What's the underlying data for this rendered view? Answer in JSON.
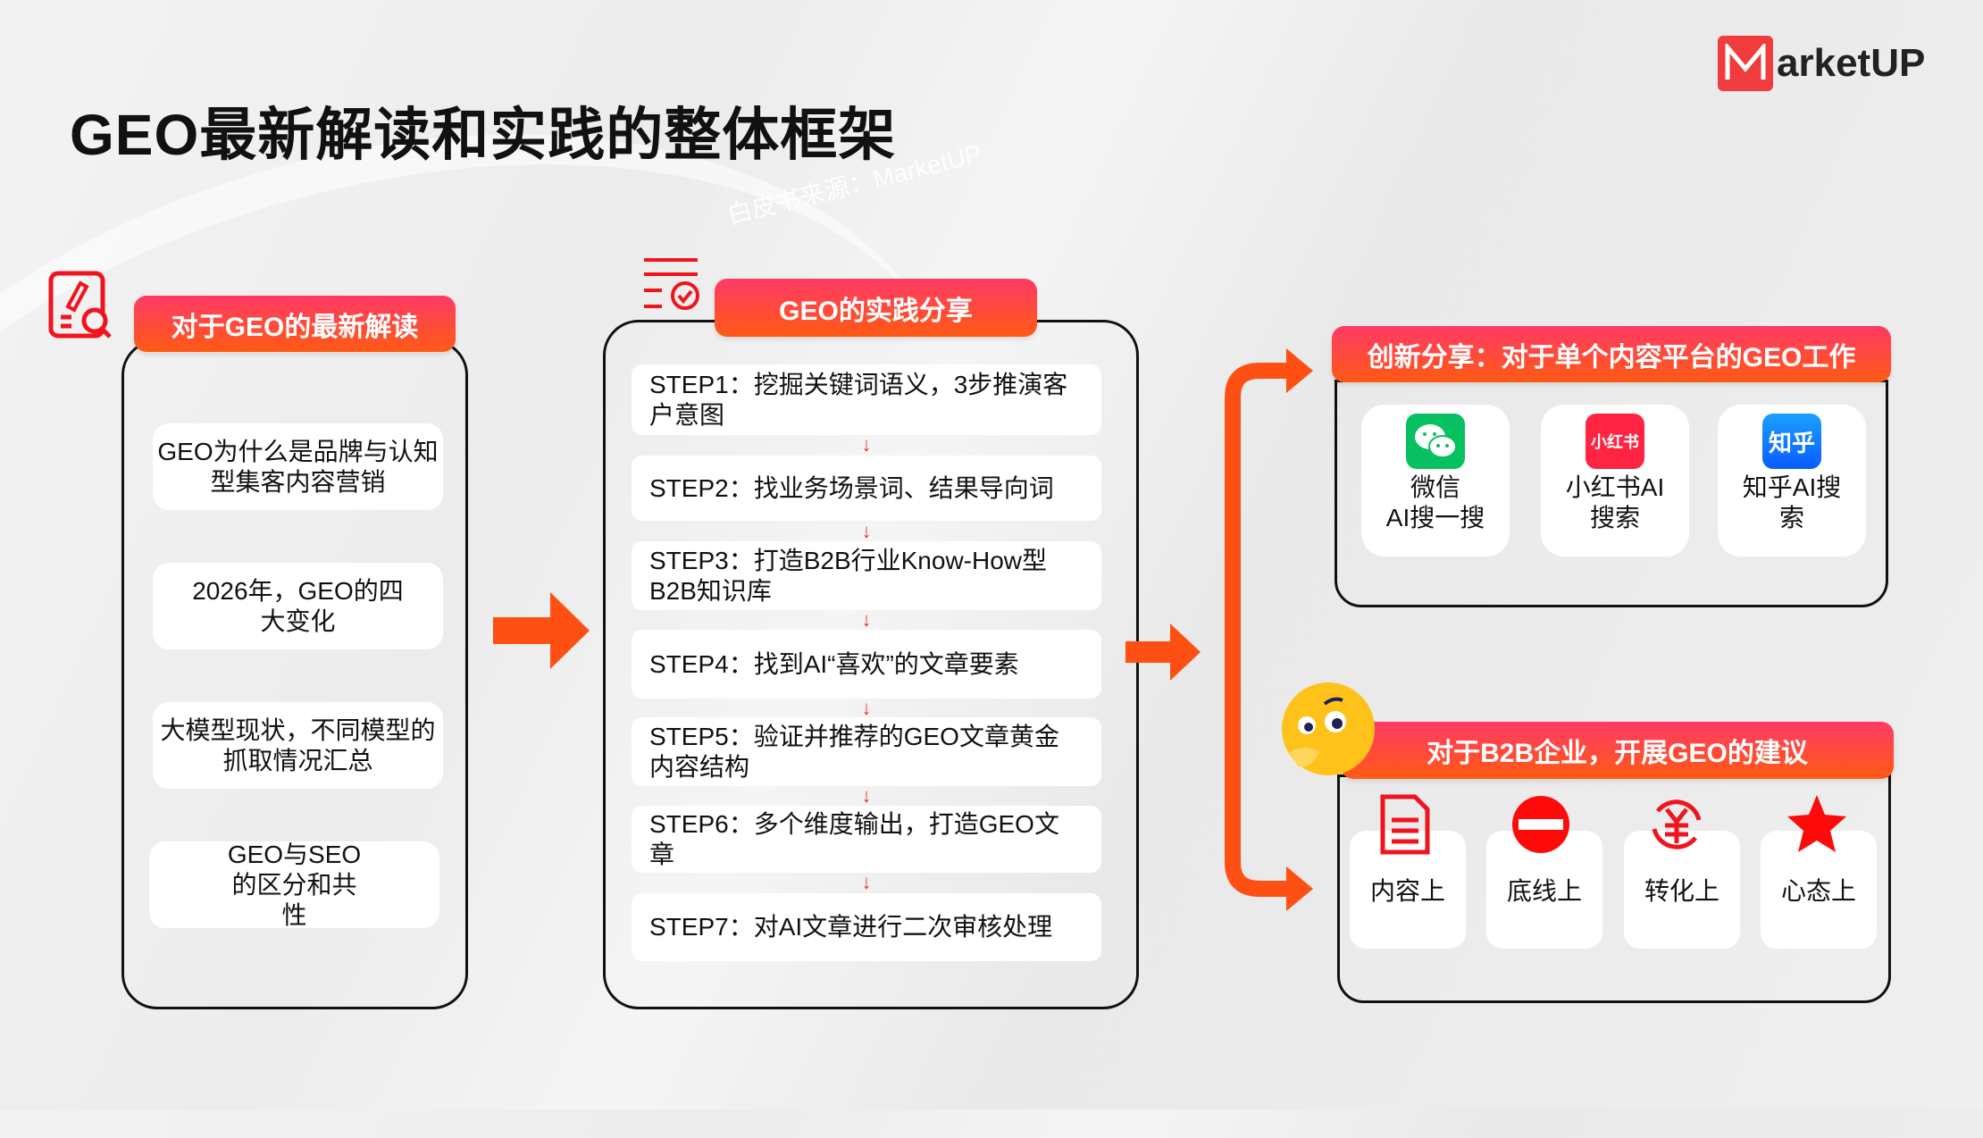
{
  "title": "GEO最新解读和实践的整体框架",
  "logo": {
    "text": "arketUP",
    "letter": "M"
  },
  "watermark": "白皮书来源：MarketUP",
  "left": {
    "header": "对于GEO的最新解读",
    "items": [
      "GEO为什么是品牌与认知型集客内容营销",
      "2026年，GEO的四大变化",
      "大模型现状，不同模型的抓取情况汇总",
      "GEO与SEO的区分和共性"
    ]
  },
  "middle": {
    "header": "GEO的实践分享",
    "steps": [
      "STEP1：挖掘关键词语义，3步推演客户意图",
      "STEP2：找业务场景词、结果导向词",
      "STEP3：打造B2B行业Know-How型B2B知识库",
      "STEP4：找到AI“喜欢”的文章要素",
      "STEP5：验证并推荐的GEO文章黄金内容结构",
      "STEP6：多个维度输出，打造GEO文章",
      "STEP7：对AI文章进行二次审核处理"
    ]
  },
  "top_right": {
    "header": "创新分享：对于单个内容平台的GEO工作",
    "platforms": [
      {
        "label_1": "微信",
        "label_2": "AI搜一搜",
        "icon": "wechat-icon",
        "color": "#07c160"
      },
      {
        "label_1": "小红书AI",
        "label_2": "搜索",
        "icon": "xiaohongshu-icon",
        "icon_text": "小红书",
        "color": "#ff2442"
      },
      {
        "label_1": "知乎AI搜",
        "label_2": "索",
        "icon": "zhihu-icon",
        "icon_text": "知乎",
        "color": "#0a66ff"
      }
    ]
  },
  "bottom_right": {
    "header": "对于B2B企业，开展GEO的建议",
    "items": [
      {
        "label": "内容上",
        "icon": "document-icon"
      },
      {
        "label": "底线上",
        "icon": "no-entry-icon"
      },
      {
        "label": "转化上",
        "icon": "yuan-cycle-icon"
      },
      {
        "label": "心态上",
        "icon": "star-icon"
      }
    ]
  },
  "colors": {
    "accent": "#ff5a14",
    "accent_pink": "#ff3a66",
    "icon_red": "#f0141e"
  }
}
